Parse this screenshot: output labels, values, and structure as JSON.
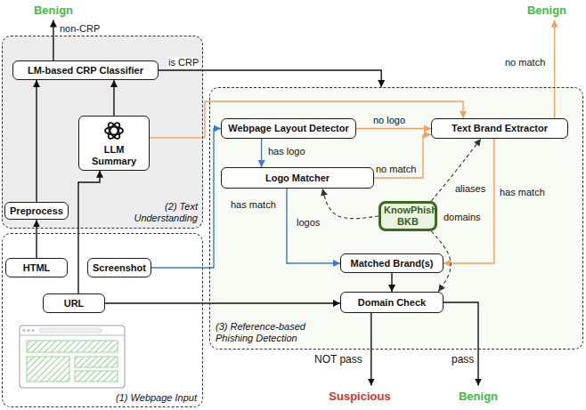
{
  "diagram": {
    "nodes": [
      {
        "text": [
          "(2) Text Understanding"
        ]
      },
      {
        "text": [
          "LM-based CRP Classifier"
        ],
        "in": 0
      },
      {
        "text": [
          "LLM Summary"
        ],
        "in": 0
      },
      {
        "text": [
          "Preprocess"
        ],
        "in": 0
      },
      {
        "text": [
          "(1) Webpage Input"
        ]
      },
      {
        "text": [
          "HTML"
        ],
        "in": 4
      },
      {
        "text": [
          "Screenshot"
        ],
        "in": 4
      },
      {
        "text": [
          "URL"
        ],
        "in": 4
      },
      {
        "text": [
          "(3) Reference-based Phishing Detection"
        ]
      },
      {
        "text": [
          "Webpage Layout Detector"
        ],
        "in": 8
      },
      {
        "text": [
          "Logo Matcher"
        ],
        "in": 8
      },
      {
        "text": [
          "KnowPhish BKB"
        ],
        "in": 8
      },
      {
        "text": [
          "Text Brand Extractor"
        ],
        "in": 8
      },
      {
        "text": [
          "Matched Brand(s)"
        ],
        "in": 8
      },
      {
        "text": [
          "Domain Check"
        ],
        "in": 8
      },
      {
        "text": [
          "Benign"
        ]
      },
      {
        "text": [
          "Benign"
        ]
      },
      {
        "text": [
          "Suspicious"
        ]
      },
      {
        "text": [
          "Benign"
        ]
      }
    ],
    "edges": [
      {
        "from": 5,
        "to": 3,
        "arrow": "to"
      },
      {
        "from": 3,
        "to": 1,
        "arrow": "to"
      },
      {
        "from": 2,
        "to": 1,
        "arrow": "to"
      },
      {
        "from": 7,
        "to": 2,
        "arrow": "to"
      },
      {
        "from": 1,
        "to": 15,
        "label": "non-CRP",
        "arrow": "to"
      },
      {
        "from": 1,
        "to": 8,
        "label": "is CRP",
        "arrow": "to"
      },
      {
        "from": 2,
        "to": 12,
        "arrow": "to"
      },
      {
        "from": 6,
        "to": 9,
        "arrow": "to"
      },
      {
        "from": 9,
        "to": 12,
        "label": "no logo",
        "arrow": "to"
      },
      {
        "from": 9,
        "to": 10,
        "label": "has logo",
        "arrow": "to"
      },
      {
        "from": 10,
        "to": 12,
        "label": "no match",
        "arrow": "to"
      },
      {
        "from": 10,
        "to": 13,
        "label": "has match",
        "arrow": "to"
      },
      {
        "from": 12,
        "to": 16,
        "label": "no match",
        "arrow": "to"
      },
      {
        "from": 12,
        "to": 13,
        "label": "has match",
        "arrow": "to"
      },
      {
        "from": 11,
        "to": 10,
        "label": "logos",
        "arrow": "to"
      },
      {
        "from": 11,
        "to": 12,
        "label": "aliases",
        "arrow": "to"
      },
      {
        "from": 11,
        "to": 14,
        "label": "domains",
        "arrow": "to"
      },
      {
        "from": 13,
        "to": 14,
        "arrow": "to"
      },
      {
        "from": 7,
        "to": 14,
        "arrow": "to"
      },
      {
        "from": 14,
        "to": 17,
        "label": "NOT pass",
        "arrow": "to"
      },
      {
        "from": 14,
        "to": 18,
        "label": "pass",
        "arrow": "to"
      }
    ]
  }
}
